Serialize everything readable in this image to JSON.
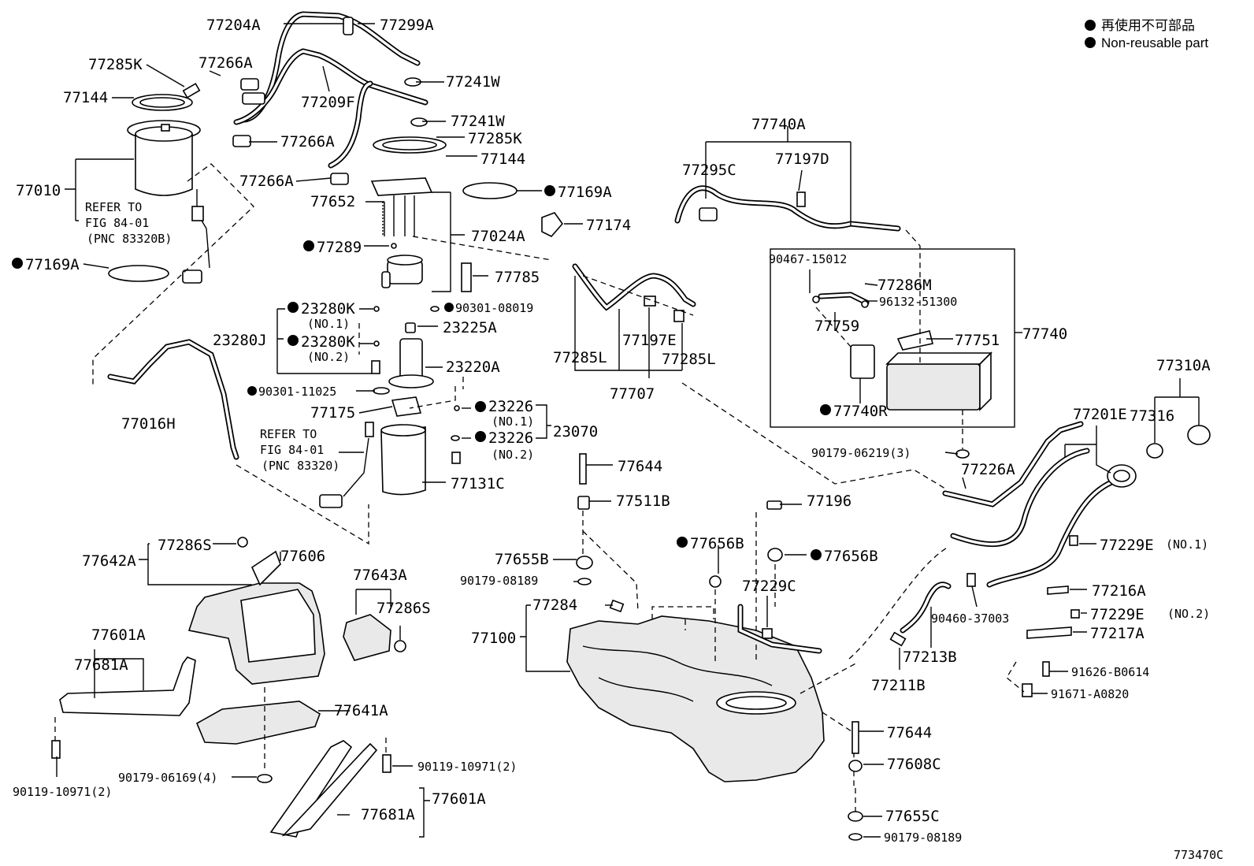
{
  "legend": {
    "items": [
      {
        "text": "再使用不可部品"
      },
      {
        "text": "Non-reusable part"
      }
    ]
  },
  "figure_code": "773470C",
  "labels": {
    "l77204A": "77204A",
    "l77299A": "77299A",
    "l77285K_a": "77285K",
    "l77266A_a": "77266A",
    "l77241W_a": "77241W",
    "l77144_a": "77144",
    "l77209F": "77209F",
    "l77241W_b": "77241W",
    "l77266A_b": "77266A",
    "l77285K_b": "77285K",
    "l77144_b": "77144",
    "l77010": "77010",
    "l77266A_c": "77266A",
    "l77169A_a": "77169A",
    "l77652": "77652",
    "l77024A": "77024A",
    "l77174": "77174",
    "l77169A_b": "77169A",
    "l77289": "77289",
    "l77785": "77785",
    "l23280K_a": "23280K",
    "l90301_08019": "90301-08019",
    "l23225A": "23225A",
    "l23280J": "23280J",
    "l23280K_b": "23280K",
    "l23220A": "23220A",
    "l90301_11025": "90301-11025",
    "l77175": "77175",
    "l23226_a": "23226",
    "l23070": "23070",
    "l23226_b": "23226",
    "l77016H": "77016H",
    "l77131C": "77131C",
    "l77644_a": "77644",
    "l77511B": "77511B",
    "l77286S_a": "77286S",
    "l77642A": "77642A",
    "l77606": "77606",
    "l77643A": "77643A",
    "l77286S_b": "77286S",
    "l77655B": "77655B",
    "l90179_08189_a": "90179-08189",
    "l77284": "77284",
    "l77100": "77100",
    "l77601A_a": "77601A",
    "l77681A_a": "77681A",
    "l77641A": "77641A",
    "l90179_06169": "90179-06169(4)",
    "l90119_10971_a": "90119-10971(2)",
    "l90119_10971_b": "90119-10971(2)",
    "l77681A_b": "77681A",
    "l77601A_b": "77601A",
    "l77740A": "77740A",
    "l77295C": "77295C",
    "l77197D": "77197D",
    "l90467_15012": "90467-15012",
    "l77286M": "77286M",
    "l96132_51300": "96132-51300",
    "l77759": "77759",
    "l77751": "77751",
    "l77740": "77740",
    "l77740R": "77740R",
    "l90179_06219": "90179-06219(3)",
    "l77197E": "77197E",
    "l77285L_a": "77285L",
    "l77285L_b": "77285L",
    "l77707": "77707",
    "l77310A": "77310A",
    "l77316": "77316",
    "l77201E": "77201E",
    "l77226A": "77226A",
    "l77196": "77196",
    "l77656B_a": "77656B",
    "l77656B_b": "77656B",
    "l77229C": "77229C",
    "l77229E_a": "77229E",
    "l77216A": "77216A",
    "l90460_37003": "90460-37003",
    "l77229E_b": "77229E",
    "l77217A": "77217A",
    "l77213B": "77213B",
    "l77211B": "77211B",
    "l91626_B0614": "91626-B0614",
    "l91671_A0820": "91671-A0820",
    "l77644_b": "77644",
    "l77608C": "77608C",
    "l77655C": "77655C",
    "l90179_08189_b": "90179-08189"
  },
  "notes": {
    "no1_a": "(NO.1)",
    "no2_a": "(NO.2)",
    "no1_b": "(NO.1)",
    "no2_b": "(NO.2)",
    "no1_c": "(NO.1)",
    "no2_c": "(NO.2)",
    "refer_a_1": "REFER TO",
    "refer_a_2": "FIG 84-01",
    "refer_a_3": "(PNC 83320B)",
    "refer_b_1": "REFER TO",
    "refer_b_2": "FIG 84-01",
    "refer_b_3": "(PNC 83320)"
  }
}
